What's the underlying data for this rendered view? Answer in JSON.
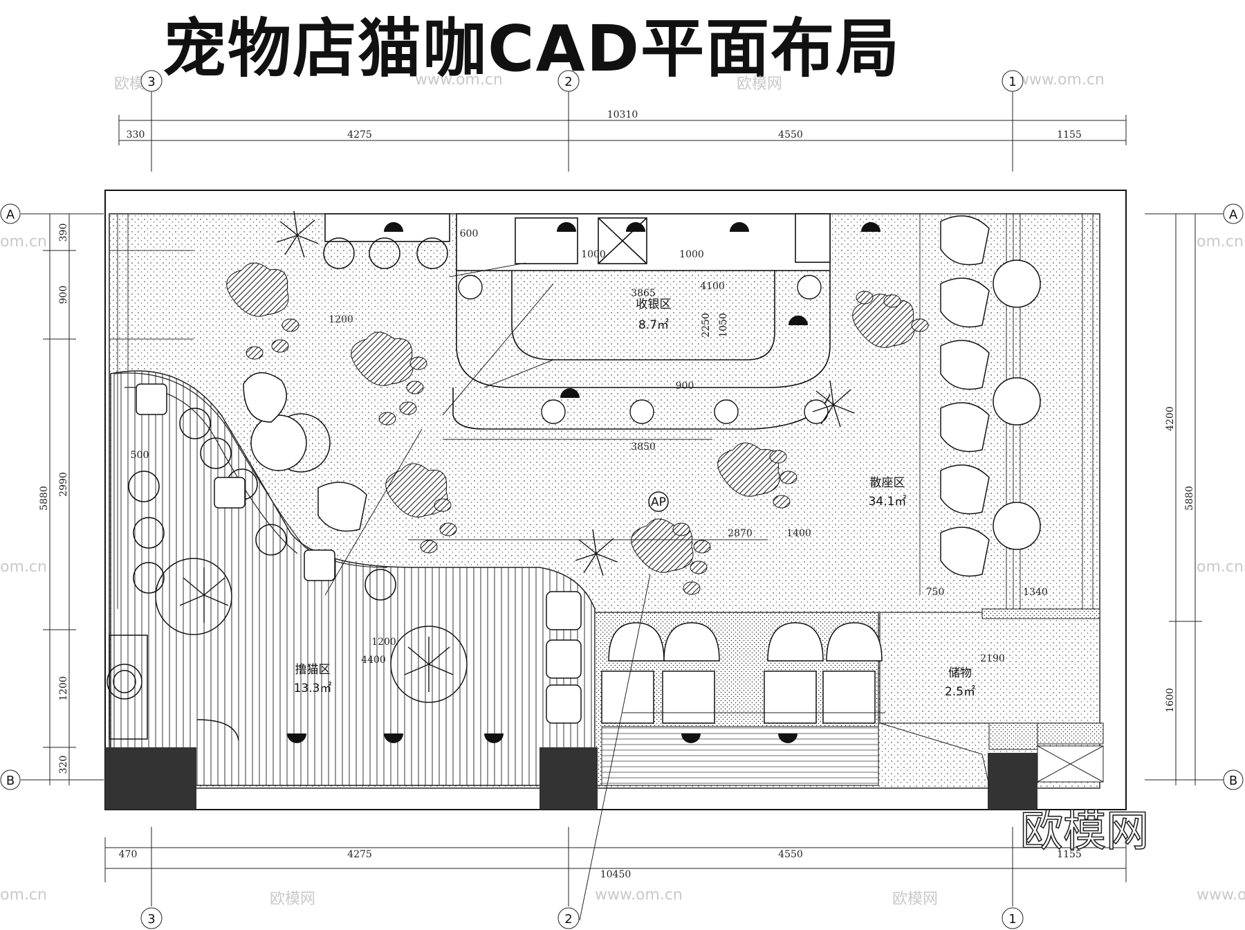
{
  "title": "宠物店猫咖CAD平面布局",
  "axes": {
    "col_3": "3",
    "col_2": "2",
    "col_1": "1",
    "row_a": "A",
    "row_b": "B"
  },
  "dims": {
    "top_total": "10310",
    "top_330": "330",
    "top_4275": "4275",
    "top_4550": "4550",
    "top_1155": "1155",
    "bottom_total": "10450",
    "bottom_470": "470",
    "bottom_4275": "4275",
    "bottom_4550": "4550",
    "bottom_1155": "1155",
    "left_total": "5880",
    "left_390": "390",
    "left_900": "900",
    "left_2990": "2990",
    "left_1200": "1200",
    "left_320": "320",
    "right_total": "5880",
    "right_4200": "4200",
    "right_1600": "1600"
  },
  "rooms": {
    "cashier": "收银区",
    "cashier_area": "8.7㎡",
    "seating": "散座区",
    "seating_area": "34.1㎡",
    "cat_zone": "撸猫区",
    "cat_zone_area": "13.3㎡",
    "storage": "储物",
    "storage_area": "2.5㎡",
    "ap": "AP"
  },
  "labels": {
    "l3865": "3865",
    "l3850": "3850",
    "l4100": "4100",
    "l1000a": "1000",
    "l1000b": "1000",
    "l900": "900",
    "l1400": "1400",
    "l2870": "2870",
    "l1200a": "1200",
    "l1200b": "1200",
    "l4400": "4400",
    "l750": "750",
    "l1340": "1340",
    "l2190": "2190",
    "l500": "500",
    "l600": "600",
    "l2250": "2250",
    "l1050": "1050"
  },
  "watermark": {
    "brand": "欧模网",
    "site": "www.om.cn",
    "short": "om.cn"
  }
}
